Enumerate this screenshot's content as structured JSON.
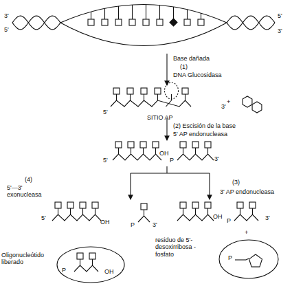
{
  "diagram": {
    "nodes": [
      {
        "text": [
          "P",
          "OH"
        ]
      },
      {
        "text": [
          "P"
        ]
      }
    ],
    "labels": [
      "3'",
      "5'",
      "5'",
      "3'",
      "Base dañada",
      "(1)",
      "DNA Glucosidasa",
      "5'",
      "3'",
      "SITIO AP",
      "+",
      "(2) Escisión de la base",
      "5' AP endonucleasa",
      "5'",
      "OH",
      "P",
      "3'",
      "(4)",
      "5'—3' exonucleasa",
      "(3)",
      "3' AP endonucleasa",
      "5'",
      "OH",
      "P",
      "3'",
      "OH",
      "P",
      "3'",
      "residuo de 5'-desoxirribosa - fosfato",
      "+",
      "Oligonucleótido liberado"
    ]
  }
}
